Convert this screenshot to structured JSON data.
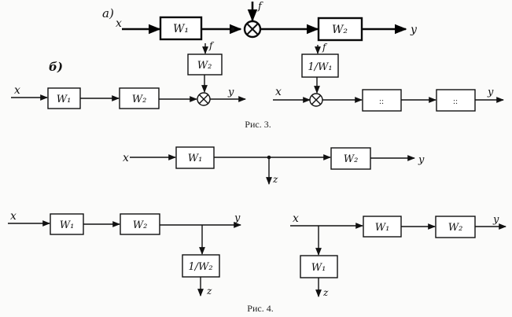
{
  "labels": {
    "part_a": "а)",
    "part_b": "б)",
    "x": "x",
    "y": "y",
    "f": "f",
    "z": "z",
    "w1": "W₁",
    "w2": "W₂",
    "inv_w1": "1/W₁",
    "inv_w2": "1/W₂",
    "unreadable_box": "::"
  },
  "captions": {
    "fig3": "Рис. 3.",
    "fig4": "Рис. 4."
  }
}
